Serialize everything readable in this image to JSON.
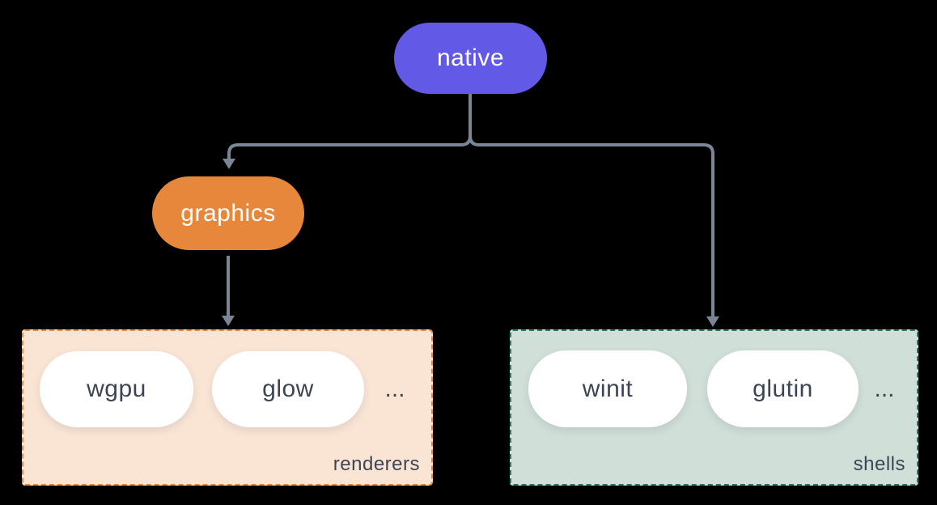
{
  "nodes": {
    "native": {
      "label": "native",
      "color": "#6359e7",
      "text_color": "#ffffff"
    },
    "graphics": {
      "label": "graphics",
      "color": "#e7873b",
      "text_color": "#ffffff"
    }
  },
  "groups": {
    "renderers": {
      "label": "renderers",
      "items": [
        "wgpu",
        "glow"
      ],
      "ellipsis": "...",
      "bg_color": "#fae5d5",
      "border_color": "#e7873b",
      "text_color": "#3d4554"
    },
    "shells": {
      "label": "shells",
      "items": [
        "winit",
        "glutin"
      ],
      "ellipsis": "...",
      "bg_color": "#d0dfd8",
      "border_color": "#2b7a68",
      "text_color": "#3d4554"
    }
  },
  "connectors": {
    "color": "#7a8695",
    "edges": [
      "native to graphics",
      "native to shells",
      "graphics to renderers"
    ]
  },
  "canvas": {
    "background": "#000000"
  }
}
